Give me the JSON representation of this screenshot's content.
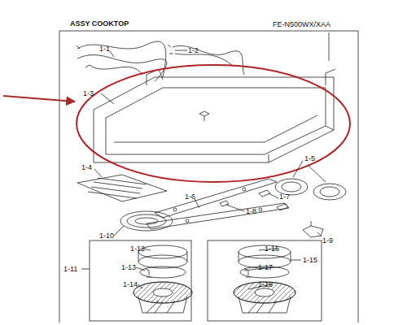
{
  "diagram": {
    "title": "ASSY COOKTOP",
    "labels": [
      "FE-N500WX/XAA",
      "1-1",
      "1-2",
      "1-3",
      "1-4",
      "1-5",
      "1-6",
      "1-7",
      "1-8",
      "1-9",
      "1-10",
      "1-11",
      "1-12",
      "1-13",
      "1-14",
      "1-15",
      "1-16",
      "1-17",
      "1-18"
    ]
  }
}
